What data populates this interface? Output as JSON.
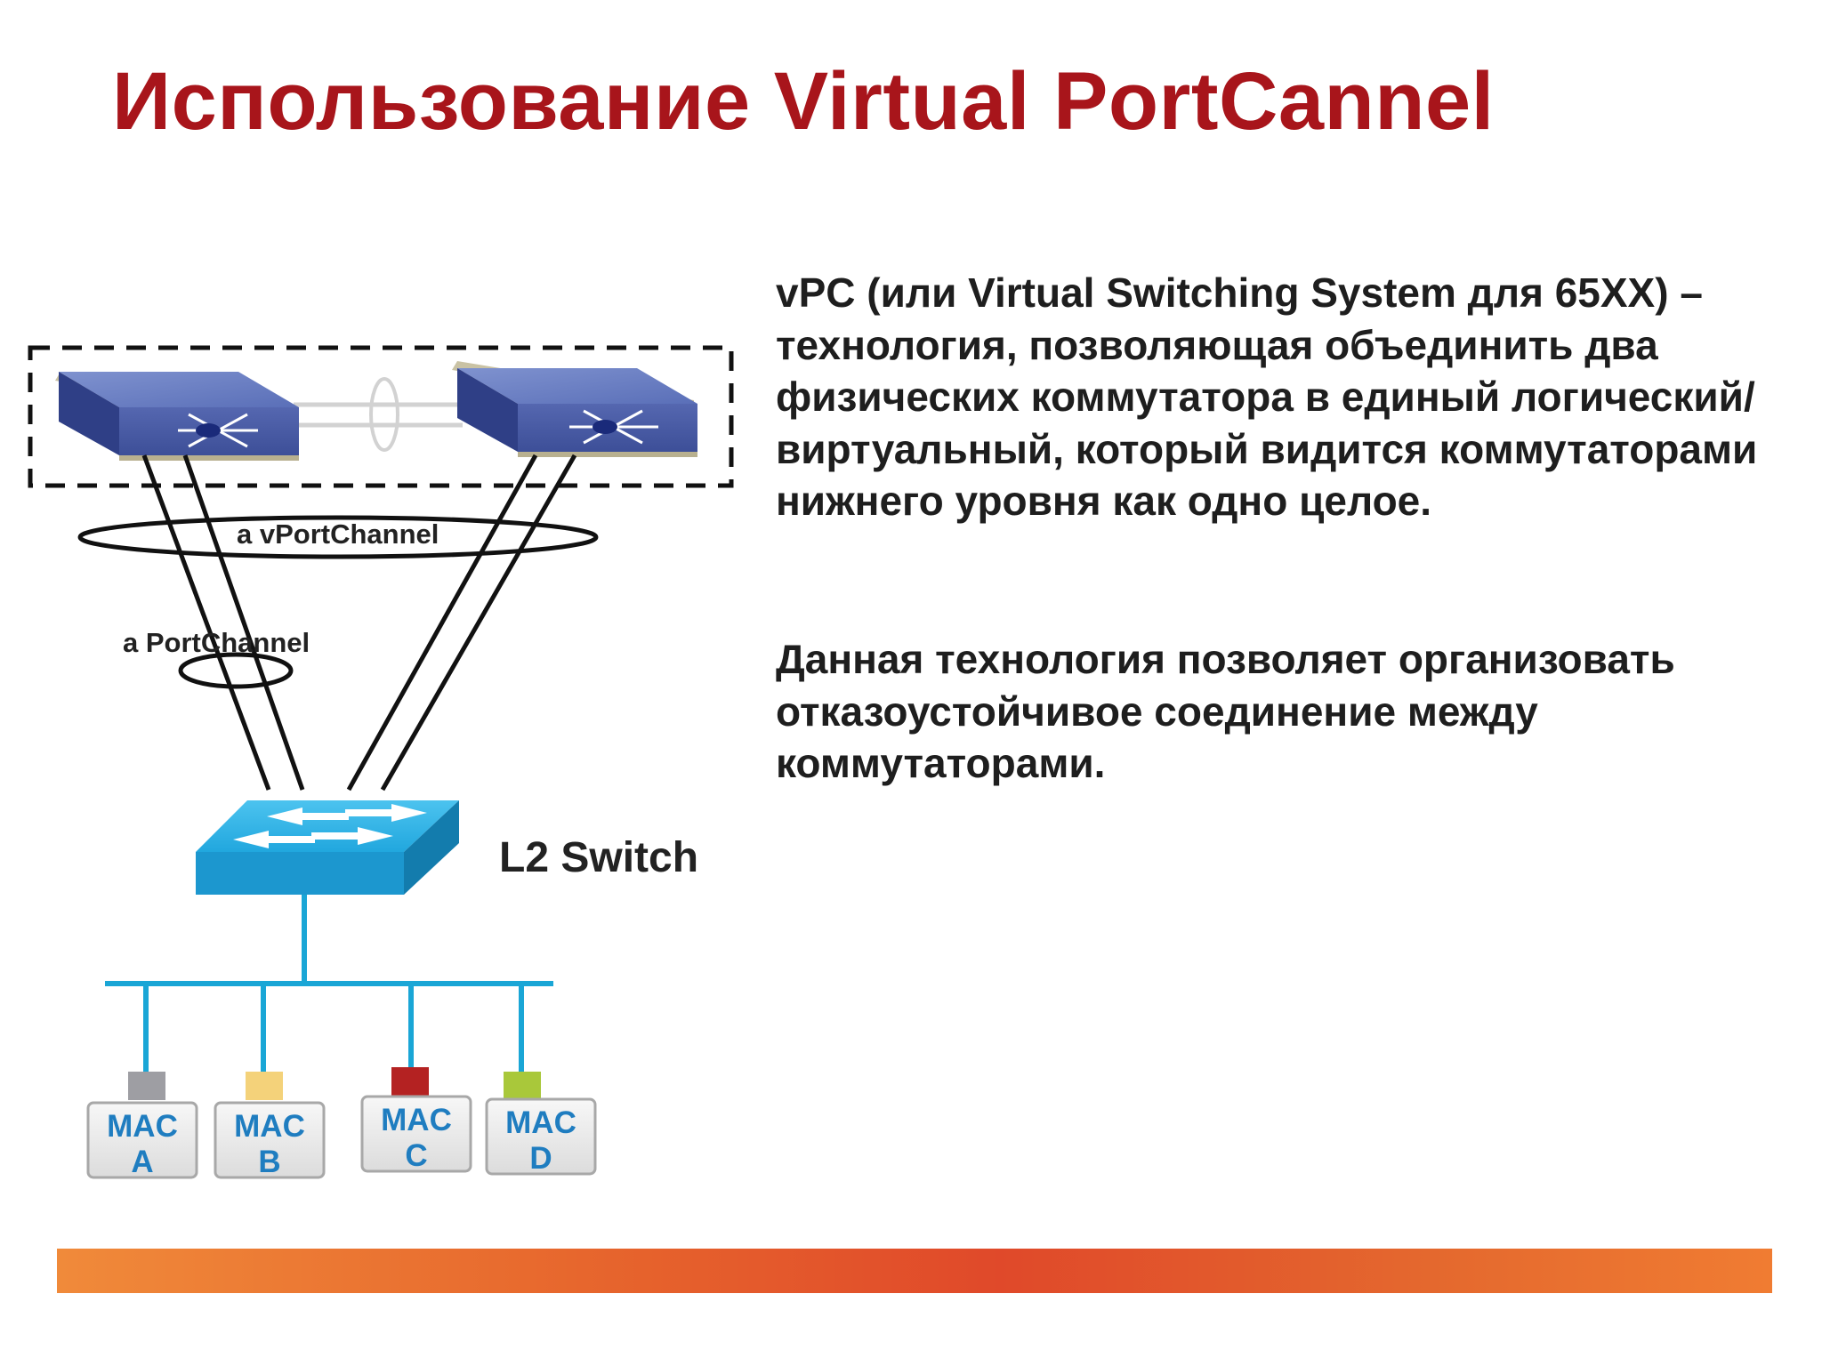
{
  "slide": {
    "title": "Использование Virtual PortCannel",
    "paragraph1": "vPC (или Virtual Switching System для 65XX) – технология, позволяющая объединить два физических коммутатора в единый логический/виртуальный, который видится коммутаторами нижнего уровня как одно целое.",
    "paragraph2": "Данная технология позволяет организовать отказоустойчивое соединение между коммутаторами."
  },
  "diagram": {
    "vpc_label": "a vPortChannel",
    "pc_label": "a PortChannel",
    "switch_label": "L2 Switch",
    "hosts": [
      {
        "line1": "MAC",
        "line2": "A",
        "port_color": "#9e9ea3"
      },
      {
        "line1": "MAC",
        "line2": "B",
        "port_color": "#f4d27a"
      },
      {
        "line1": "MAC",
        "line2": "C",
        "port_color": "#b42222"
      },
      {
        "line1": "MAC",
        "line2": "D",
        "port_color": "#a9c83a"
      }
    ],
    "colors": {
      "core_switch": "#4a5fa6",
      "access_switch": "#1ea1d9",
      "bus": "#1aa6d6",
      "footer_band": "#e8612a"
    }
  }
}
